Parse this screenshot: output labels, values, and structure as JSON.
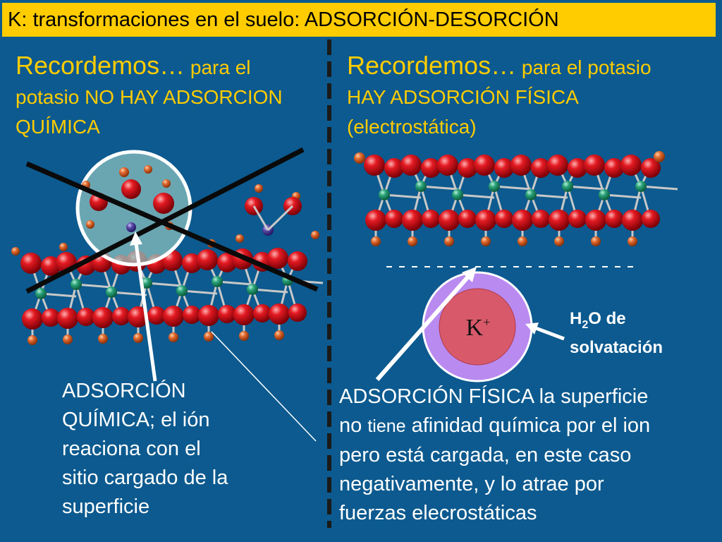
{
  "title": "K: transformaciones en el suelo: ADSORCIÓN-DESORCIÓN",
  "left": {
    "heading_line1_big": "Recordemos…",
    "heading_line1_rest": " para el",
    "heading_line2": "potasio NO HAY ADSORCION",
    "heading_line3": "QUÍMICA",
    "caption_lines": [
      "ADSORCIÓN",
      "QUÍMICA; el ión",
      "reaciona con el",
      "sitio cargado de la",
      "superficie"
    ]
  },
  "right": {
    "heading_line1_big": "Recordemos…",
    "heading_line1_rest": " para el potasio",
    "heading_line2": "HAY ADSORCIÓN FÍSICA",
    "heading_line3": "(electrostática)",
    "ion_label": "K",
    "ion_charge": "+",
    "water_label_h": "H",
    "water_label_sub": "2",
    "water_label_rest": "O de",
    "water_label_line2": "solvatación",
    "caption_line1_a": "ADSORCIÓN FÍSICA",
    "caption_line1_b": " la superficie",
    "caption_line2_a": "no ",
    "caption_line2_small": "tiene",
    "caption_line2_b": " afinidad química por el ion",
    "caption_line3": "pero está cargada, en este caso",
    "caption_line4": "negativamente, y lo atrae por",
    "caption_line5": "fuerzas elecrostáticas"
  },
  "colors": {
    "background": "#0c5a8f",
    "title_bar": "#ffcc00",
    "heading": "#ffcc00",
    "oxygen": "#e01018",
    "hydrogen": "#d85a28",
    "silicon": "#2aa37a",
    "potassium": "#5a4aa8",
    "ion_core": "#d85a6a",
    "ion_shell": "#b98af0"
  }
}
